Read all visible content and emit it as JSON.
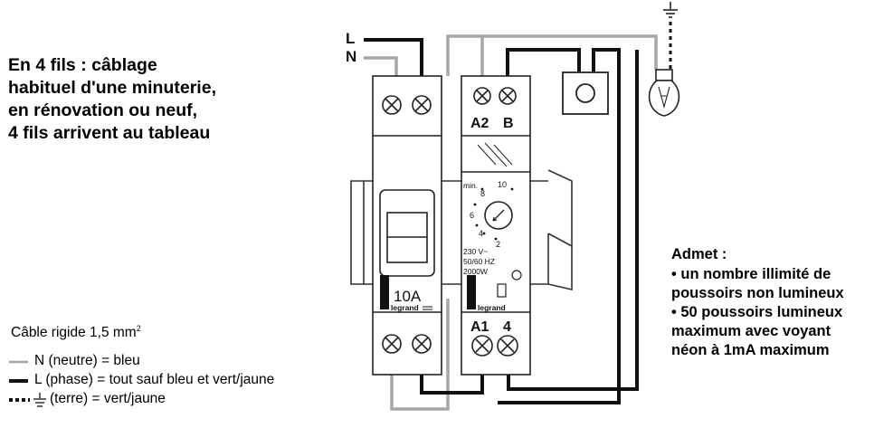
{
  "title_lines": [
    "En 4 fils : câblage",
    "habituel d'une minuterie,",
    "en rénovation ou neuf,",
    "4 fils arrivent au tableau"
  ],
  "wire_labels": {
    "line": "L",
    "neutral": "N"
  },
  "breaker": {
    "rating": "10A",
    "brand": "legrand"
  },
  "timer": {
    "top_terminals": [
      "A2",
      "B"
    ],
    "bottom_terminals": [
      "A1",
      "4"
    ],
    "dial_unit": "min.",
    "dial_numbers": [
      "10",
      "8",
      "6",
      "4",
      "2"
    ],
    "spec_lines": [
      "230 V~",
      "50/60 HZ",
      "2000W"
    ],
    "brand": "legrand"
  },
  "admet": {
    "heading": "Admet :",
    "lines": [
      "• un nombre illimité de",
      "poussoirs non lumineux",
      "• 50 poussoirs lumineux",
      "maximum avec voyant",
      "néon à 1mA maximum"
    ]
  },
  "legend": {
    "cable_prefix": "Câble rigide 1,5 mm",
    "cable_sup": "2",
    "neutral": "N (neutre) = bleu",
    "phase": "L (phase) = tout sauf bleu et vert/jaune",
    "earth": "(terre) = vert/jaune"
  },
  "colors": {
    "neutral_wire": "#a6a6a6",
    "phase_wire": "#111111",
    "outline": "#222222"
  }
}
